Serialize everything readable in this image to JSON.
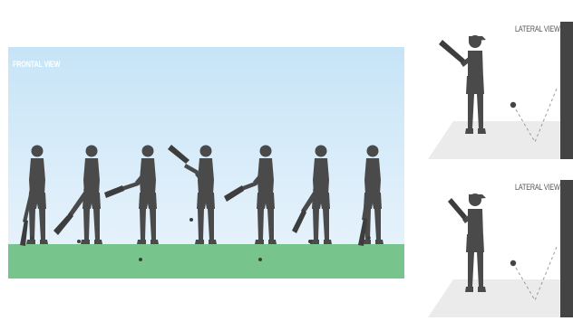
{
  "frontal": {
    "title": "FRONTAL VIEW",
    "colors": {
      "sky": "#c6e4f7",
      "ground": "#77c58c",
      "silhouette": "#4a4a4a"
    },
    "poses": [
      "bat-down-left",
      "bat-low-angled",
      "bat-back-horizontal",
      "bat-raised-high",
      "bat-back-horizontal",
      "bat-low-angled",
      "bat-down-left"
    ]
  },
  "lateral_top": {
    "title": "LATERAL VIEW",
    "pose": "bat-raised"
  },
  "lateral_bottom": {
    "title": "LATERAL VIEW",
    "pose": "bat-shouldered"
  }
}
